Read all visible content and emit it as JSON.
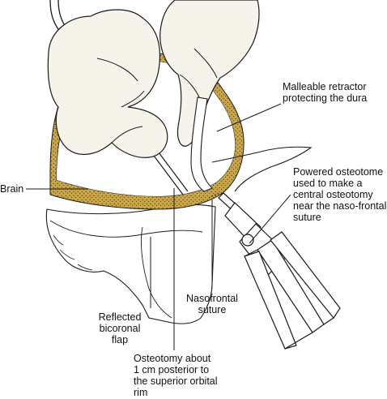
{
  "labels": {
    "malleable_retractor": "Malleable retractor\nprotecting the dura",
    "brain": "Brain",
    "powered_osteotome": "Powered osteotome\nused to make a\ncentral osteotomy\nnear the naso-frontal\nsuture",
    "nasofrontal_suture": "Nasofrontal\nsuture",
    "reflected_flap": "Reflected\nbicoronal\nflap",
    "osteotomy_location": "Osteotomy about\n1 cm posterior to\nthe superior orbital\nrim"
  },
  "colors": {
    "line": "#1a1a1a",
    "bone": "#c9a648",
    "bone_dots": "#5a4210",
    "glove": "#f6f3ea",
    "skin": "#ffffff"
  },
  "icons": {
    "drill": "powered-osteotome-handpiece"
  }
}
